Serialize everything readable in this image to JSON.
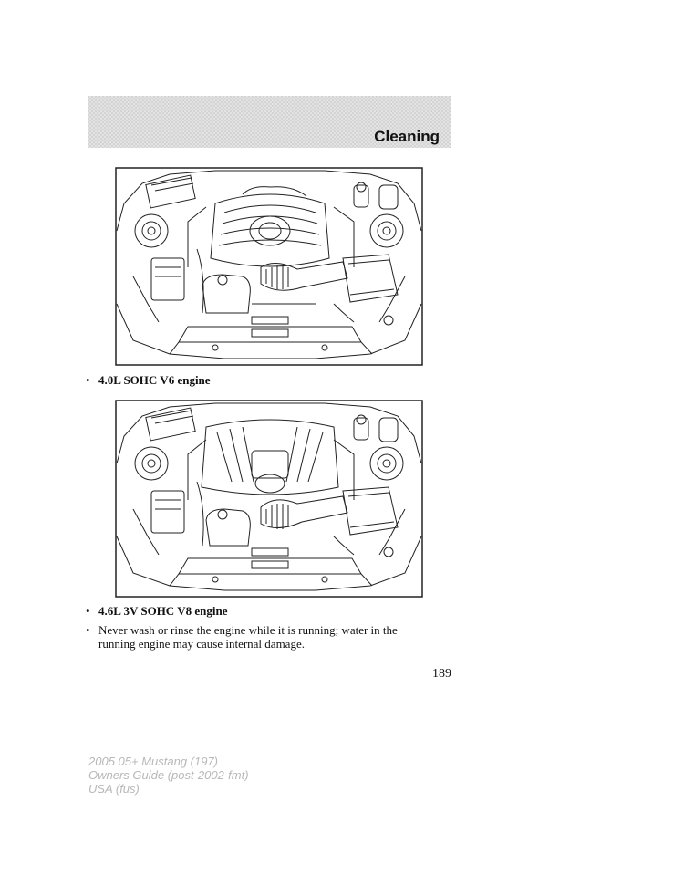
{
  "header": {
    "section_title": "Cleaning"
  },
  "figures": [
    {
      "caption": "4.0L SOHC V6 engine"
    },
    {
      "caption": "4.6L 3V SOHC V8 engine"
    }
  ],
  "bullets": [
    {
      "line1": "Never wash or rinse the engine while it is running; water in the",
      "line2": "running engine may cause internal damage."
    }
  ],
  "page_number": "189",
  "footer": {
    "line1": "2005 05+ Mustang (197)",
    "line2": "Owners Guide (post-2002-fmt)",
    "line3": "USA (fus)"
  },
  "colors": {
    "header_band": "#d4d4d4",
    "footer_text": "#b8b8b8"
  }
}
